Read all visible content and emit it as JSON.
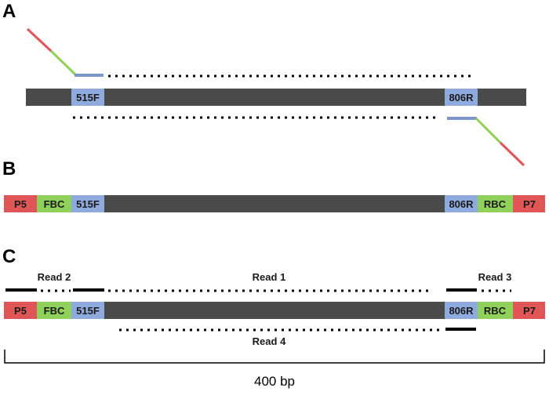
{
  "panels": {
    "a": {
      "letter": "A"
    },
    "b": {
      "letter": "B"
    },
    "c": {
      "letter": "C"
    }
  },
  "segments": {
    "p5": "P5",
    "fbc": "FBC",
    "primer_f": "515F",
    "primer_r": "806R",
    "rbc": "RBC",
    "p7": "P7"
  },
  "reads": {
    "read1": "Read 1",
    "read2": "Read 2",
    "read3": "Read 3",
    "read4": "Read 4"
  },
  "scale": {
    "label": "400 bp"
  },
  "colors": {
    "template": "#4a4a4a",
    "primer": "#8faadc",
    "barcode": "#8fd15a",
    "adapter": "#e05555",
    "read_line": "#000000"
  }
}
